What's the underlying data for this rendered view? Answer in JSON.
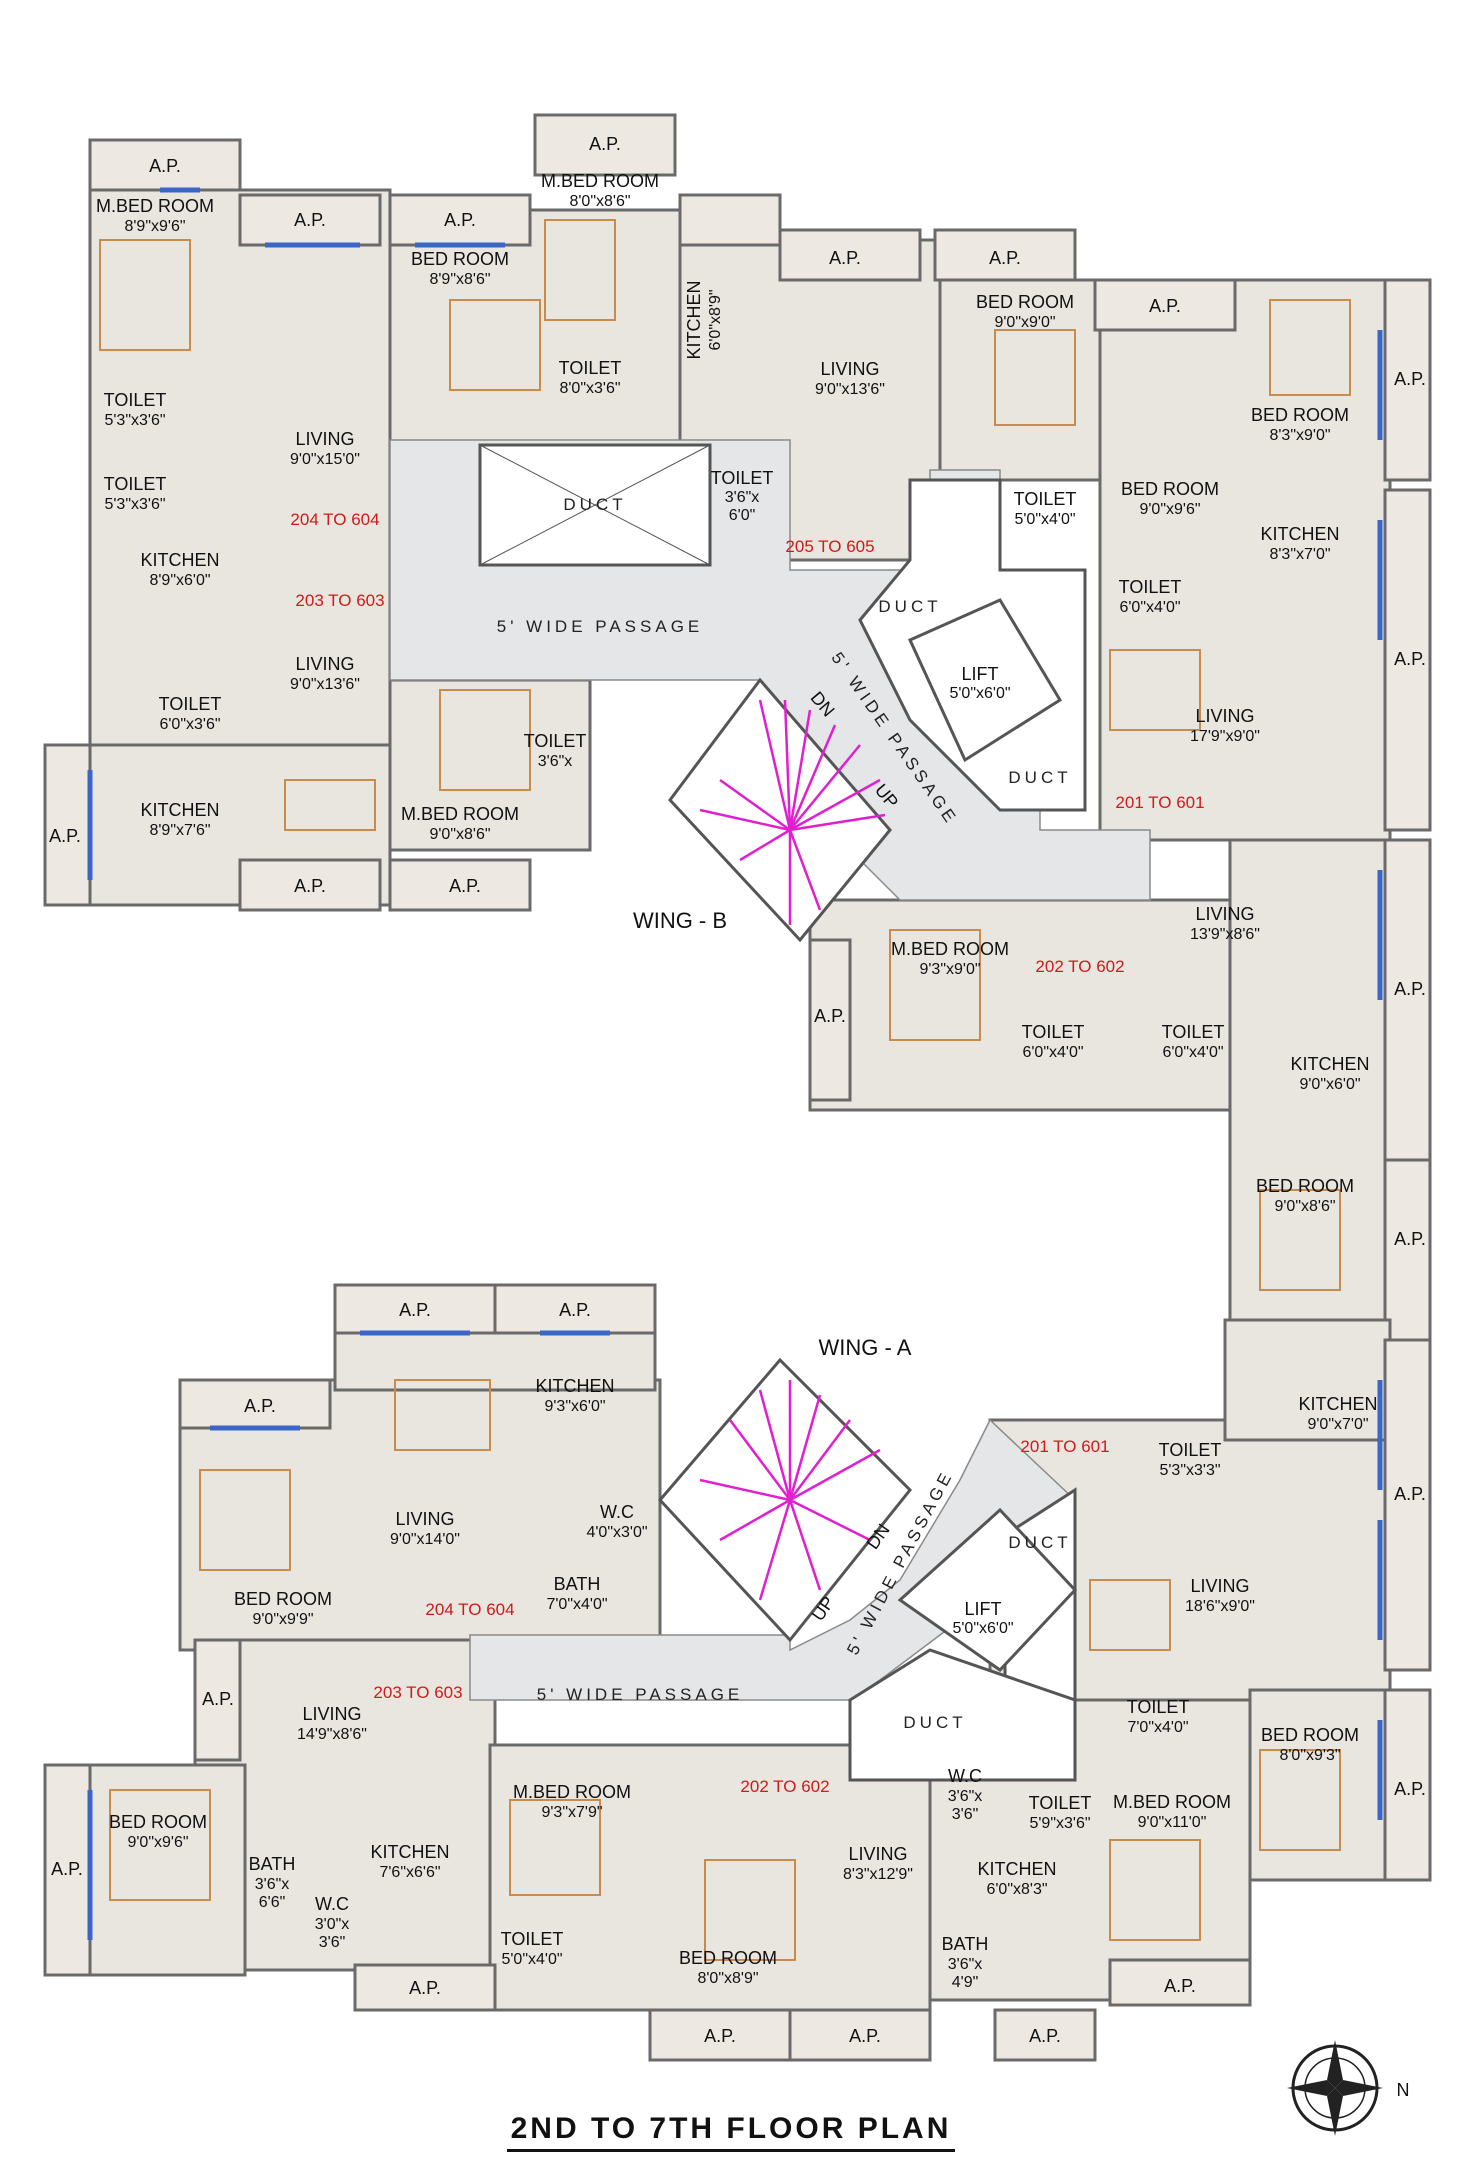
{
  "title": "2ND TO 7TH FLOOR PLAN",
  "compass": {
    "north": "N"
  },
  "ap_label": "A.P.",
  "wings": {
    "b": "WING - B",
    "a": "WING - A"
  },
  "stair": {
    "dn": "DN",
    "up": "UP"
  },
  "passage": "5' WIDE PASSAGE",
  "duct": "DUCT",
  "lift": {
    "name": "LIFT",
    "size": "5'0\"x6'0\""
  },
  "units": [
    "204 TO 604",
    "203 TO 603",
    "205 TO 605",
    "201 TO 601",
    "202 TO 602"
  ],
  "wing_b_rooms": [
    {
      "name": "M.BED ROOM",
      "size": "8'9\"x9'6\""
    },
    {
      "name": "BED ROOM",
      "size": "8'9\"x8'6\""
    },
    {
      "name": "M.BED ROOM",
      "size": "8'0\"x8'6\""
    },
    {
      "name": "KITCHEN",
      "size": "6'0\"x8'9\""
    },
    {
      "name": "TOILET",
      "size": "8'0\"x3'6\""
    },
    {
      "name": "TOILET",
      "size": "5'3\"x3'6\""
    },
    {
      "name": "TOILET",
      "size": "5'3\"x3'6\""
    },
    {
      "name": "LIVING",
      "size": "9'0\"x15'0\""
    },
    {
      "name": "KITCHEN",
      "size": "8'9\"x6'0\""
    },
    {
      "name": "LIVING",
      "size": "9'0\"x13'6\""
    },
    {
      "name": "TOILET",
      "size": "6'0\"x3'6\""
    },
    {
      "name": "KITCHEN",
      "size": "8'9\"x7'6\""
    },
    {
      "name": "M.BED ROOM",
      "size": "9'0\"x8'6\""
    },
    {
      "name": "TOILET",
      "size": "3'6\"x"
    },
    {
      "name": "TOILET",
      "size": "3'6\"x 6'0\""
    },
    {
      "name": "LIVING",
      "size": "9'0\"x13'6\""
    },
    {
      "name": "BED ROOM",
      "size": "9'0\"x9'0\""
    },
    {
      "name": "BED ROOM",
      "size": "9'0\"x9'6\""
    },
    {
      "name": "BED ROOM",
      "size": "8'3\"x9'0\""
    },
    {
      "name": "TOILET",
      "size": "5'0\"x4'0\""
    },
    {
      "name": "KITCHEN",
      "size": "8'3\"x7'0\""
    },
    {
      "name": "TOILET",
      "size": "6'0\"x4'0\""
    },
    {
      "name": "LIVING",
      "size": "17'9\"x9'0\""
    },
    {
      "name": "LIVING",
      "size": "13'9\"x8'6\""
    },
    {
      "name": "M.BED ROOM",
      "size": "9'3\"x9'0\""
    },
    {
      "name": "TOILET",
      "size": "6'0\"x4'0\""
    },
    {
      "name": "TOILET",
      "size": "6'0\"x4'0\""
    },
    {
      "name": "KITCHEN",
      "size": "9'0\"x6'0\""
    },
    {
      "name": "BED ROOM",
      "size": "9'0\"x8'6\""
    }
  ],
  "wing_a_rooms": [
    {
      "name": "KITCHEN",
      "size": "9'3\"x6'0\""
    },
    {
      "name": "LIVING",
      "size": "9'0\"x14'0\""
    },
    {
      "name": "W.C",
      "size": "4'0\"x3'0\""
    },
    {
      "name": "BATH",
      "size": "7'0\"x4'0\""
    },
    {
      "name": "BED ROOM",
      "size": "9'0\"x9'9\""
    },
    {
      "name": "KITCHEN",
      "size": "9'0\"x7'0\""
    },
    {
      "name": "TOILET",
      "size": "5'3\"x3'3\""
    },
    {
      "name": "LIVING",
      "size": "18'6\"x9'0\""
    },
    {
      "name": "LIVING",
      "size": "14'9\"x8'6\""
    },
    {
      "name": "TOILET",
      "size": "7'0\"x4'0\""
    },
    {
      "name": "BED ROOM",
      "size": "8'0\"x9'3\""
    },
    {
      "name": "BED ROOM",
      "size": "9'0\"x9'6\""
    },
    {
      "name": "BATH",
      "size": "3'6\"x 6'6\""
    },
    {
      "name": "W.C",
      "size": "3'0\"x 3'6\""
    },
    {
      "name": "KITCHEN",
      "size": "7'6\"x6'6\""
    },
    {
      "name": "M.BED ROOM",
      "size": "9'3\"x7'9\""
    },
    {
      "name": "TOILET",
      "size": "5'0\"x4'0\""
    },
    {
      "name": "LIVING",
      "size": "8'3\"x12'9\""
    },
    {
      "name": "BED ROOM",
      "size": "8'0\"x8'9\""
    },
    {
      "name": "W.C",
      "size": "3'6\"x 3'6\""
    },
    {
      "name": "TOILET",
      "size": "5'9\"x3'6\""
    },
    {
      "name": "M.BED ROOM",
      "size": "9'0\"x11'0\""
    },
    {
      "name": "KITCHEN",
      "size": "6'0\"x8'3\""
    },
    {
      "name": "BATH",
      "size": "3'6\"x 4'9\""
    }
  ]
}
